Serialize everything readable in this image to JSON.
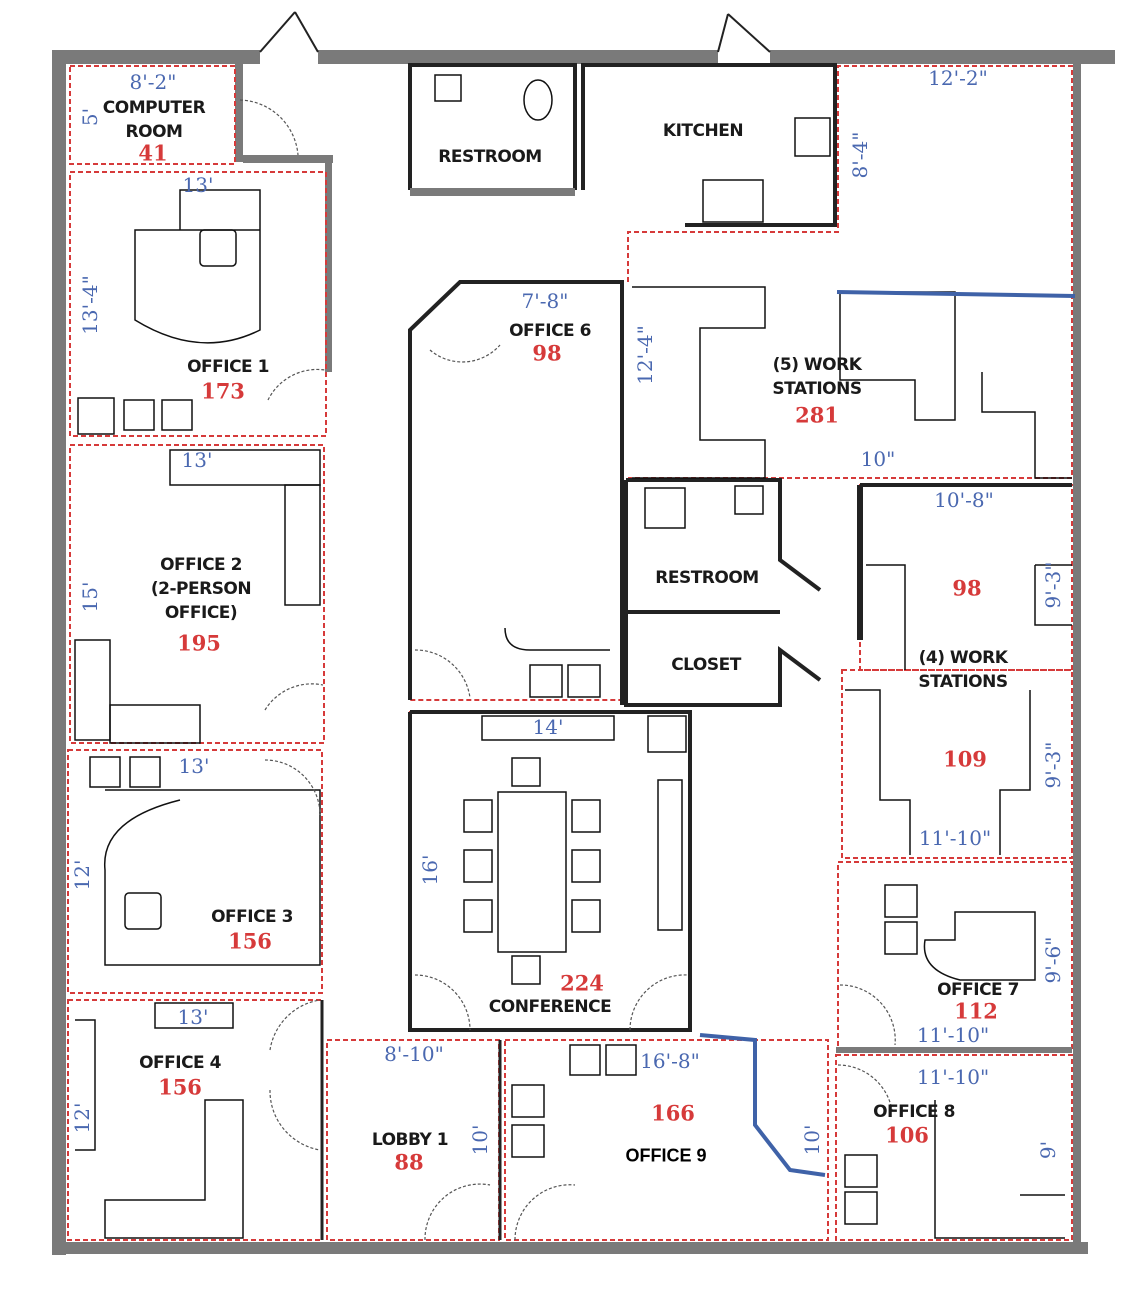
{
  "colors": {
    "wall": "#7a7a7a",
    "room_outline": "#d63a3a",
    "dimension": "#4a68b0",
    "area": "#d63a3a",
    "markup": "#3f62a8"
  },
  "rooms": {
    "computer_room": {
      "name": "COMPUTER\nROOM",
      "area": "41",
      "dim_w": "8'-2\"",
      "dim_h": "5'"
    },
    "office1": {
      "name": "OFFICE 1",
      "area": "173",
      "dim_w": "13'",
      "dim_h": "13'-4\""
    },
    "office2": {
      "name": "OFFICE 2\n(2-PERSON\nOFFICE)",
      "area": "195",
      "dim_w": "13'",
      "dim_h": "15'"
    },
    "office3": {
      "name": "OFFICE 3",
      "area": "156",
      "dim_w": "13'",
      "dim_h": "12'"
    },
    "office4": {
      "name": "OFFICE 4",
      "area": "156",
      "dim_w": "13'",
      "dim_h": "12'"
    },
    "restroom_top": {
      "name": "RESTROOM"
    },
    "kitchen": {
      "name": "KITCHEN",
      "dim_h": "8'-4\""
    },
    "office6": {
      "name": "OFFICE 6",
      "area": "98",
      "dim_w": "7'-8\""
    },
    "workstations5": {
      "name": "(5) WORK\nSTATIONS",
      "area": "281",
      "dim_w": "12'-2\"",
      "dim_h": "12'-4\"",
      "dim_extra": "10\""
    },
    "restroom_mid": {
      "name": "RESTROOM"
    },
    "closet": {
      "name": "CLOSET"
    },
    "workstations4": {
      "name": "(4) WORK\nSTATIONS",
      "area_a": "98",
      "area_b": "109",
      "dim_w_a": "10'-8\"",
      "dim_h_a": "9'-3\"",
      "dim_w_b": "11'-10\"",
      "dim_h_b": "9'-3\""
    },
    "conference": {
      "name": "CONFERENCE",
      "area": "224",
      "dim_w": "14'",
      "dim_h": "16'"
    },
    "office7": {
      "name": "OFFICE 7",
      "area": "112",
      "dim_w": "11'-10\"",
      "dim_h": "9'-6\""
    },
    "lobby1": {
      "name": "LOBBY 1",
      "area": "88",
      "dim_w": "8'-10\"",
      "dim_h": "10'"
    },
    "office9": {
      "name": "OFFICE 9",
      "area": "166",
      "dim_w": "16'-8\"",
      "dim_h": "10'"
    },
    "office8": {
      "name": "OFFICE 8",
      "area": "106",
      "dim_w": "11'-10\"",
      "dim_h": "9'"
    }
  }
}
